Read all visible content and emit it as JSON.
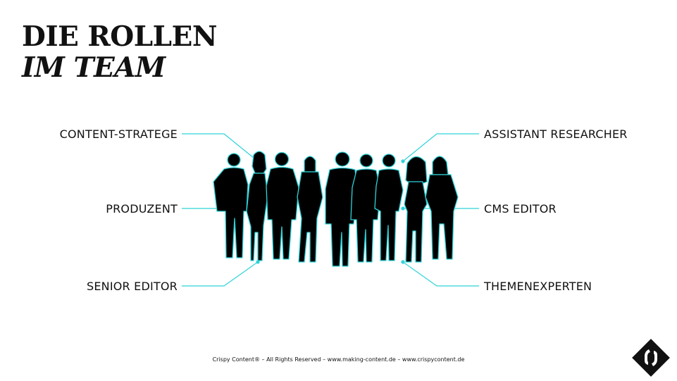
{
  "title": {
    "line1": "DIE ROLLEN",
    "line2": "IM TEAM"
  },
  "roles": {
    "left": [
      "CONTENT-STRATEGE",
      "PRODUZENT",
      "SENIOR EDITOR"
    ],
    "right": [
      "ASSISTANT RESEARCHER",
      "CMS EDITOR",
      "THEMENEXPERTEN"
    ]
  },
  "footer": "Crispy Content® – All Rights Reserved – www.making-content.de – www.crispycontent.de",
  "colors": {
    "accent": "#2fd3d8",
    "text": "#111111",
    "silhouette": "#000000"
  },
  "icons": {
    "logo": "crispy-content-logo-icon"
  }
}
